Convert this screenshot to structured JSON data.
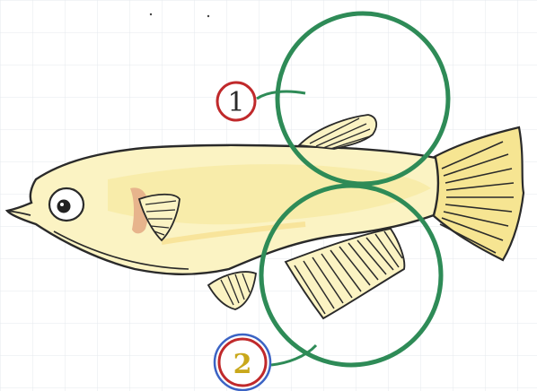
{
  "labels": [
    {
      "id": "1",
      "text": "1",
      "ring_color": "#c0292b"
    },
    {
      "id": "2",
      "text": "2",
      "ring_color": "#c0292b",
      "outer_ring_color": "#3b63c4",
      "text_color": "#c9a81b"
    }
  ],
  "colors": {
    "outline": "#2a2a2a",
    "body_fill": "#fbf3c3",
    "body_shade": "#f3df7a",
    "tail_fill": "#f6e592",
    "gill_fill": "#e7b48c",
    "highlight_circle": "#2e8b57",
    "grid": "#e4e8ee",
    "eye": "#222222"
  },
  "icons": [
    "fish-illustration",
    "dorsal-fin",
    "anal-fin",
    "pectoral-fin",
    "pelvic-fin",
    "caudal-fin"
  ]
}
